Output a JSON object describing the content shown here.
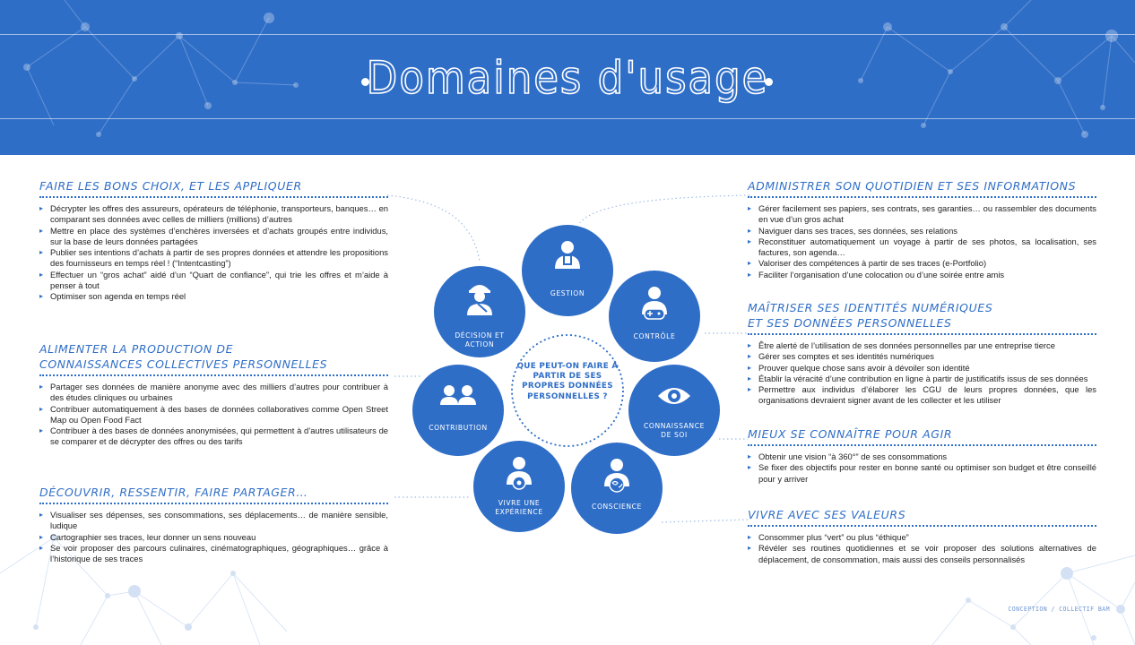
{
  "title": "Domaines d'usage",
  "center_question": "QUE PEUT-ON FAIRE À PARTIR DE SES PROPRES DONNÉES PERSONNELLES ?",
  "circles": [
    {
      "id": "gestion",
      "label": "GESTION",
      "icon": "document-person-icon"
    },
    {
      "id": "controle",
      "label": "CONTRÔLE",
      "icon": "gamepad-person-icon"
    },
    {
      "id": "connaissance",
      "label": "CONNAISSANCE DE SOI",
      "icon": "eye-icon"
    },
    {
      "id": "conscience",
      "label": "CONSCIENCE",
      "icon": "globe-person-icon"
    },
    {
      "id": "experience",
      "label": "VIVRE UNE EXPÉRIENCE",
      "icon": "flower-person-icon"
    },
    {
      "id": "contribution",
      "label": "CONTRIBUTION",
      "icon": "two-people-icon"
    },
    {
      "id": "decision",
      "label": "DÉCISION ET ACTION",
      "icon": "helmet-person-icon"
    }
  ],
  "left_sections": [
    {
      "title": "Faire les bons choix, et les appliquer",
      "items": [
        "Décrypter les offres des assureurs, opérateurs de téléphonie, transporteurs, banques… en comparant ses données avec celles de milliers (millions) d’autres",
        "Mettre en place des systèmes d’enchères inversées et d’achats groupés entre individus, sur la base de leurs données partagées",
        "Publier ses intentions d’achats à partir de ses propres données et attendre les propositions des fournisseurs en temps réel ! (“Intentcasting”)",
        "Effectuer un “gros achat” aidé d’un “Quart de confiance”, qui trie les offres et m’aide à penser à tout",
        "Optimiser son agenda en temps réel"
      ]
    },
    {
      "title": "Alimenter la production de connaissances collectives personnelles",
      "items": [
        "Partager ses données de manière anonyme avec des milliers d’autres pour contribuer à des études cliniques ou urbaines",
        "Contribuer automatiquement à des bases de données collaboratives comme Open Street Map ou Open Food Fact",
        "Contribuer à des bases de données anonymisées, qui permettent à d’autres utilisateurs de se comparer et de décrypter des offres ou des tarifs"
      ]
    },
    {
      "title": "Découvrir, ressentir, faire partager…",
      "items": [
        "Visualiser ses dépenses, ses consommations, ses déplacements… de manière sensible, ludique",
        "Cartographier ses traces, leur donner un sens nouveau",
        "Se voir proposer des parcours culinaires, cinématographiques, géographiques… grâce à l’historique de ses traces"
      ]
    }
  ],
  "right_sections": [
    {
      "title": "Administrer son quotidien et ses informations",
      "items": [
        "Gérer facilement ses papiers, ses contrats, ses garanties… ou rassembler des documents en vue d’un gros achat",
        "Naviguer dans ses traces, ses données, ses relations",
        "Reconstituer automatiquement un voyage à partir de ses photos, sa localisation, ses factures, son agenda…",
        "Valoriser des compétences à partir de ses traces (e-Portfolio)",
        "Faciliter l’organisation d’une colocation ou d’une soirée entre amis"
      ]
    },
    {
      "title": "Maîtriser ses identités numériques et ses données personnelles",
      "items": [
        "Être alerté de l’utilisation de ses données personnelles par une entreprise tierce",
        "Gérer ses comptes et ses identités numériques",
        "Prouver quelque chose sans avoir à dévoiler son identité",
        "Établir la véracité d’une contribution en ligne à partir de justificatifs issus de ses données",
        "Permettre aux individus d’élaborer les CGU de leurs propres données, que les organisations devraient signer avant de les collecter et les utiliser"
      ]
    },
    {
      "title": "Mieux se connaître pour agir",
      "items": [
        "Obtenir une vision “à 360°” de ses consommations",
        "Se fixer des objectifs pour rester en bonne santé ou optimiser son budget et être conseillé pour y arriver"
      ]
    },
    {
      "title": "Vivre avec ses valeurs",
      "items": [
        "Consommer plus “vert” ou plus “éthique”",
        "Révéler ses routines quotidiennes et se voir proposer des solutions alternatives de déplacement, de consommation, mais aussi des conseils personnalisés"
      ]
    }
  ],
  "credit": "CONCEPTION / COLLECTIF BAM",
  "colors": {
    "primary": "#2f6ec7",
    "text": "#222222"
  }
}
